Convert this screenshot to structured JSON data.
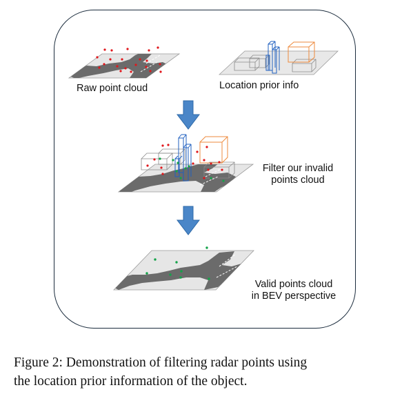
{
  "labels": {
    "raw": "Raw point cloud",
    "prior": "Location prior info",
    "filter_line1": "Filter our invalid",
    "filter_line2": "points cloud",
    "valid_line1": "Valid points cloud",
    "valid_line2": "in BEV perspective"
  },
  "caption": {
    "line1": "Figure 2: Demonstration of filtering radar points using",
    "line2": "the location prior information of the object."
  },
  "colors": {
    "plane": "#e6e6e6",
    "road": "#6b6b6b",
    "invalid_point": "#e0161b",
    "valid_point": "#14a34a",
    "arrow": "#4a86c8",
    "blue_box": "#1f5fbf",
    "orange_box": "#ee8a3c",
    "grey_box": "#8a8a8a"
  }
}
